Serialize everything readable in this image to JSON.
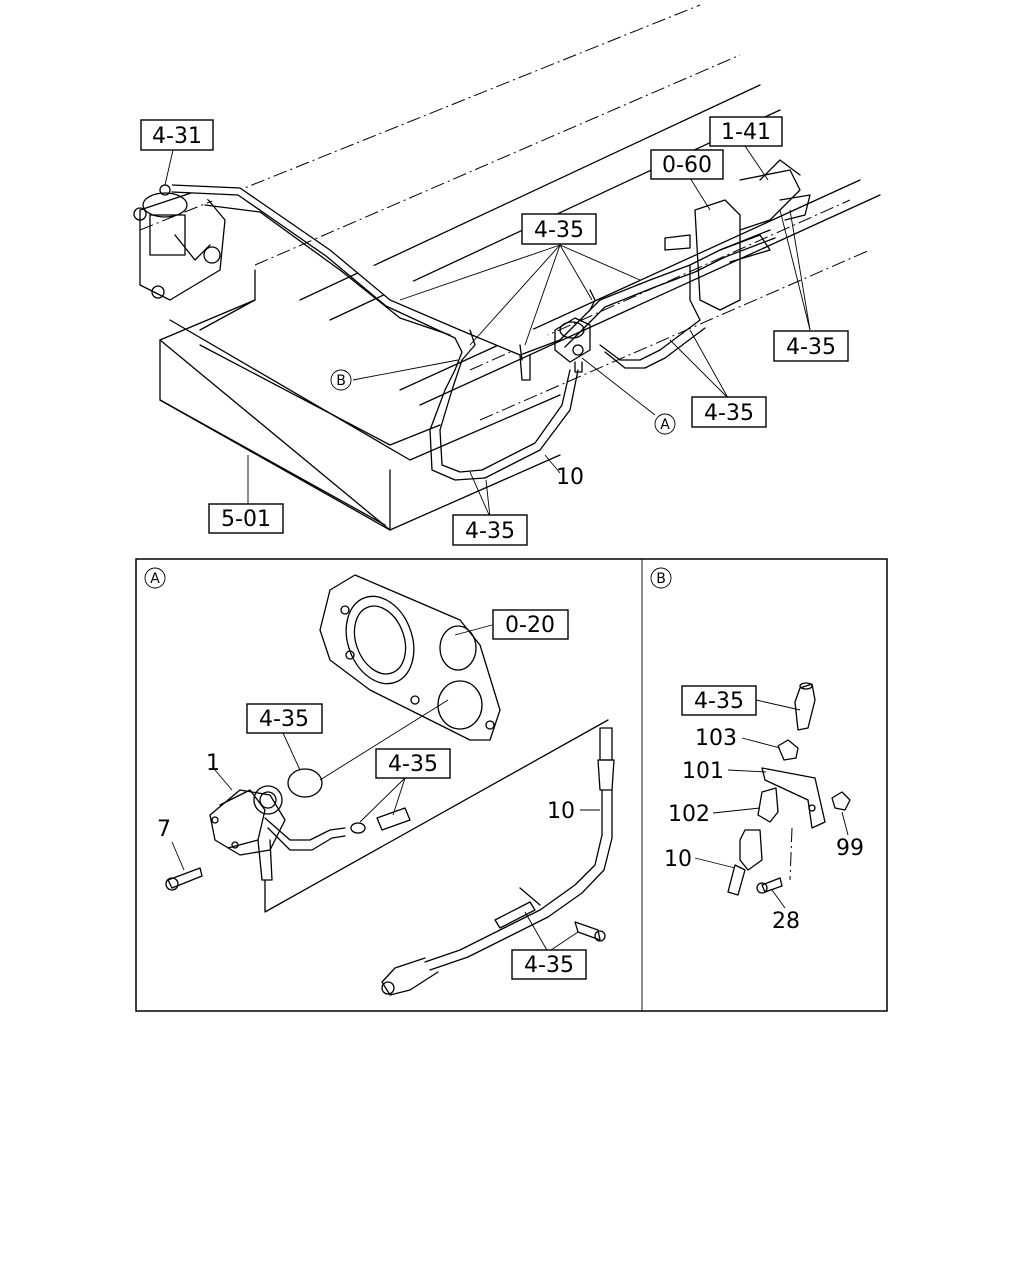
{
  "refs": {
    "r431": "4-31",
    "r141": "1-41",
    "r060": "0-60",
    "r435": "4-35",
    "r501": "5-01",
    "r020": "0-20"
  },
  "callouts": {
    "a": "A",
    "b": "B"
  },
  "part_numbers": {
    "p1": "1",
    "p7": "7",
    "p10": "10",
    "p28": "28",
    "p99": "99",
    "p101": "101",
    "p102": "102",
    "p103": "103"
  }
}
